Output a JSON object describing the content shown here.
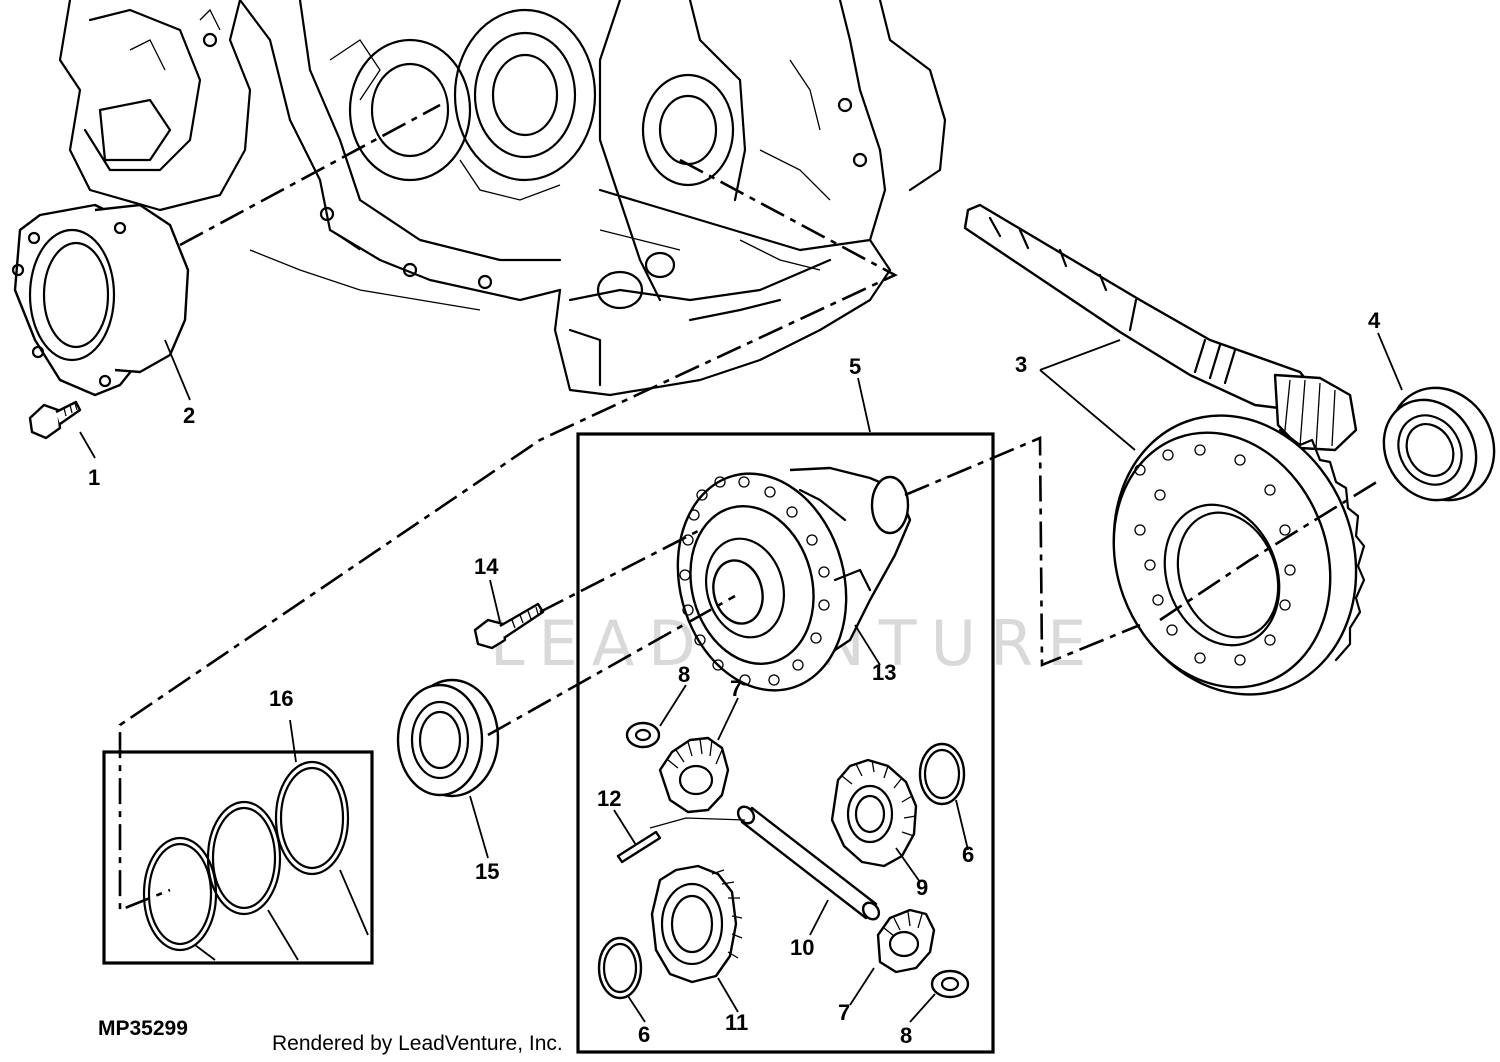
{
  "figure": {
    "id": "MP35299",
    "credit": "Rendered by LeadVenture, Inc.",
    "watermark": "LEADVENTURE"
  },
  "callouts": {
    "c1": "1",
    "c2": "2",
    "c3": "3",
    "c4": "4",
    "c5": "5",
    "c6a": "6",
    "c6b": "6",
    "c7a": "7",
    "c7b": "7",
    "c8a": "8",
    "c8b": "8",
    "c9": "9",
    "c10": "10",
    "c11": "11",
    "c12": "12",
    "c13": "13",
    "c14": "14",
    "c15": "15",
    "c16": "16"
  }
}
